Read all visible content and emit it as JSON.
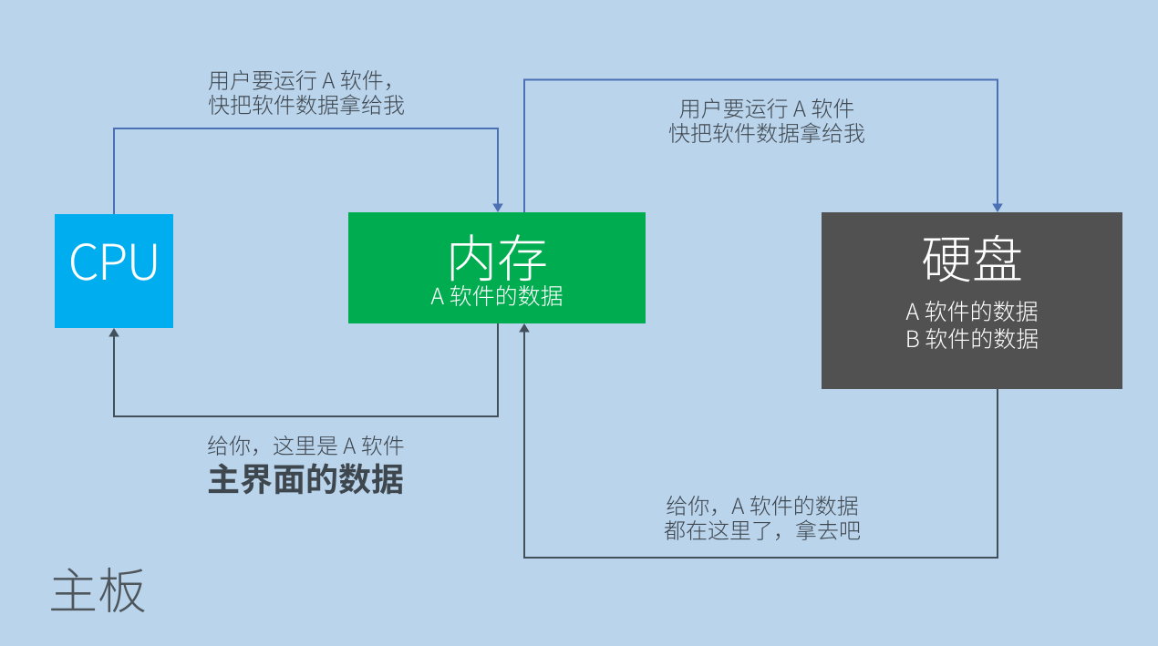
{
  "slide": {
    "background": "#BAD4EC"
  },
  "colors": {
    "cpu_box": "#00AEEF",
    "memory_box": "#00AC50",
    "disk_box": "#515151",
    "box_text": "#FFFFFF",
    "blue_arrow": "#4B70B4",
    "dark_arrow": "#42505C",
    "label_text": "#3F474E",
    "motherboard_text": "#4E565C"
  },
  "boxes": {
    "cpu": {
      "title": "CPU"
    },
    "memory": {
      "title": "内存",
      "lines": [
        "A 软件的数据"
      ]
    },
    "disk": {
      "title": "硬盘",
      "lines": [
        "A 软件的数据",
        "B 软件的数据"
      ]
    }
  },
  "labels": {
    "cpu_request": {
      "line1": "用户要运行 A 软件，",
      "line2": "快把软件数据拿给我"
    },
    "memory_request": {
      "line1": "用户要运行 A 软件",
      "line2": "快把软件数据拿给我"
    },
    "memory_reply": {
      "line1": "给你，这里是 A 软件",
      "line2": "主界面的数据"
    },
    "disk_reply": {
      "line1": "给你，A 软件的数据",
      "line2": "都在这里了，拿去吧"
    },
    "motherboard": "主板"
  }
}
